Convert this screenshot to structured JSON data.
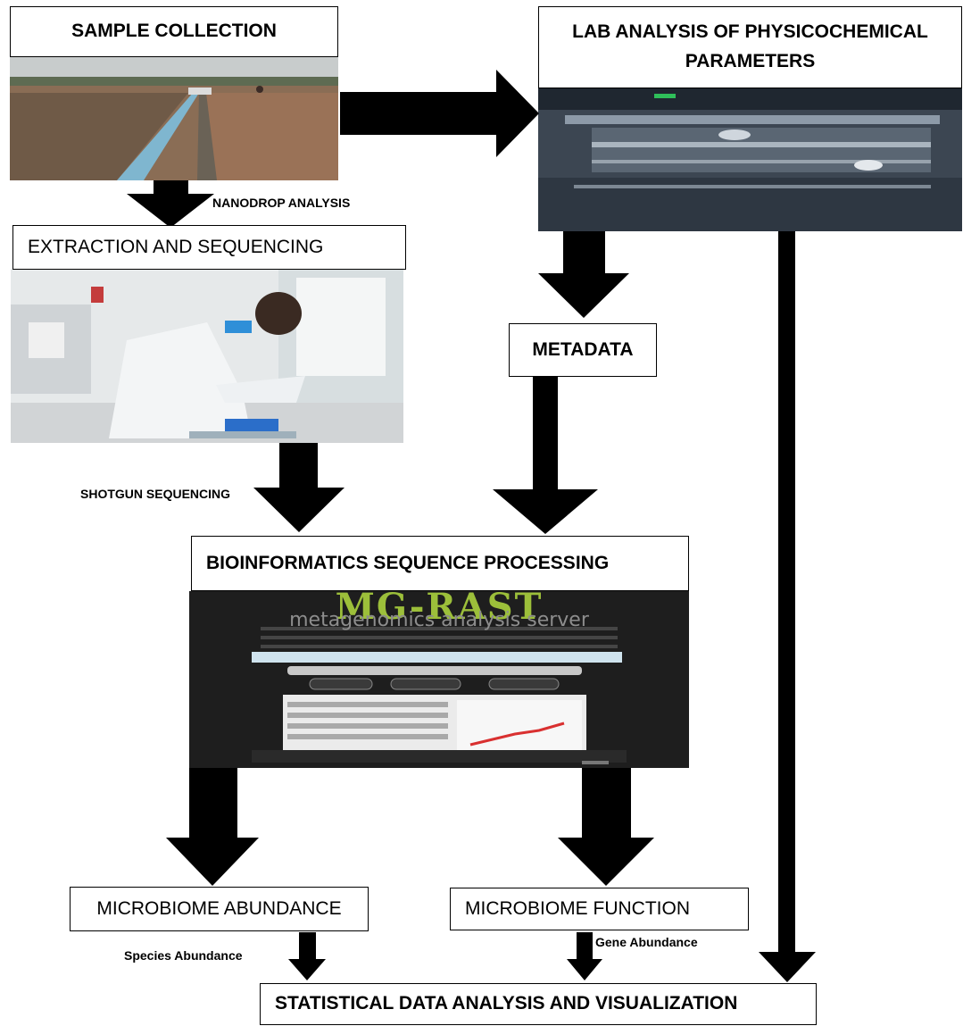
{
  "boxes": {
    "sample_collection": "SAMPLE COLLECTION",
    "lab_analysis": "LAB ANALYSIS OF PHYSICOCHEMICAL PARAMETERS",
    "extraction_sequencing": "EXTRACTION AND SEQUENCING",
    "metadata": "METADATA",
    "bioinformatics": "BIOINFORMATICS SEQUENCE PROCESSING",
    "microbiome_abundance": "MICROBIOME ABUNDANCE",
    "microbiome_function": "MICROBIOME FUNCTION",
    "statistical": "STATISTICAL DATA ANALYSIS AND VISUALIZATION"
  },
  "labels": {
    "nanodrop": "NANODROP ANALYSIS",
    "shotgun": "SHOTGUN SEQUENCING",
    "species": "Species Abundance",
    "gene": "Gene Abundance"
  },
  "mgrast": {
    "logo": "MG-RAST",
    "subtitle": "metagenomics analysis server"
  },
  "colors": {
    "arrow": "#000000",
    "mgrast_bg": "#1e1e1e",
    "mgrast_logo": "#9cbf3a"
  }
}
